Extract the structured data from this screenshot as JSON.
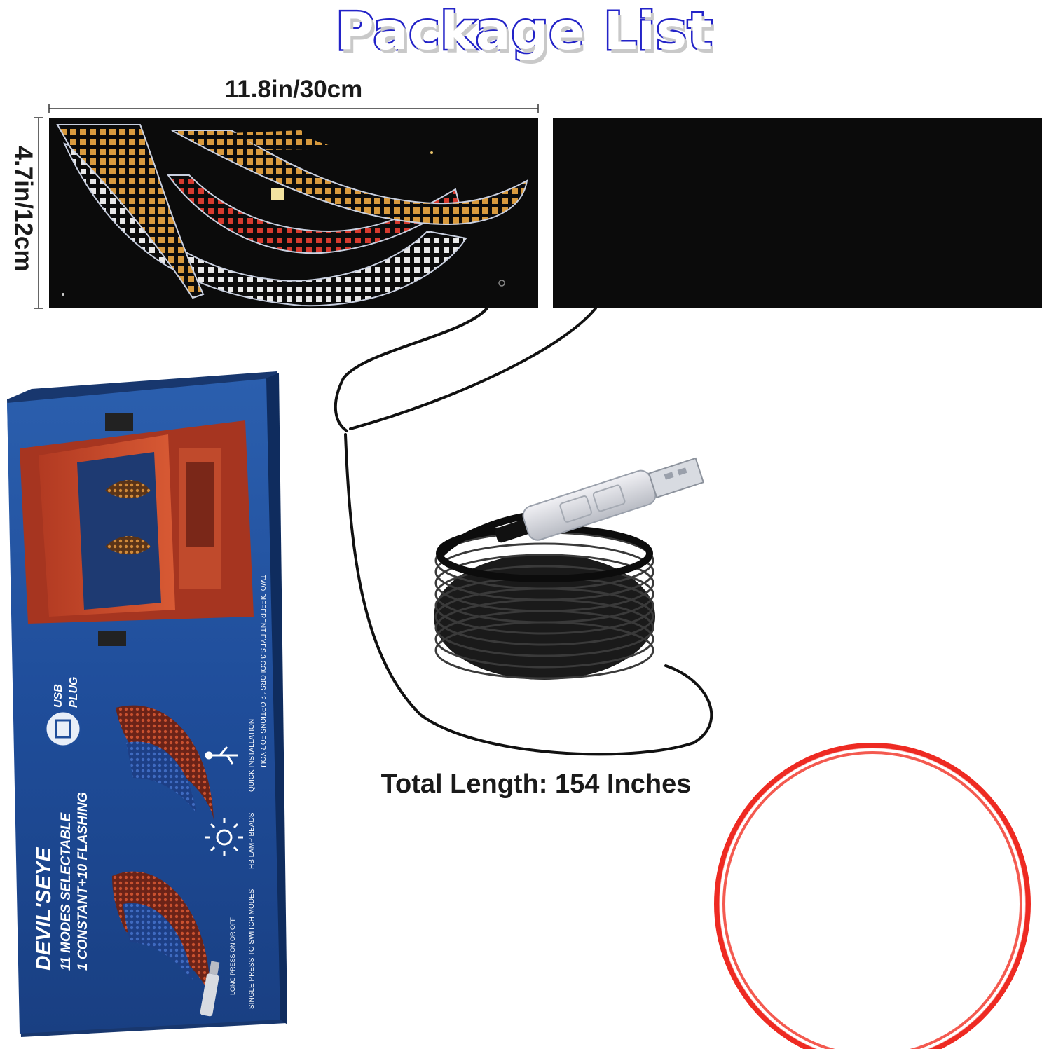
{
  "title": "Package List",
  "dimensions": {
    "width_label": "11.8in/30cm",
    "height_label": "4.7in/12cm"
  },
  "cable": {
    "total_length_label": "Total Length: 154 Inches"
  },
  "box": {
    "brand": "DEVIL'SEYE",
    "line1": "11 MODES SELECTABLE",
    "line2": "1 CONSTANT+10 FLASHING",
    "usb_plug_line1": "USB",
    "usb_plug_line2": "PLUG",
    "feature_install": "QUICK INSTALLATION",
    "feature_beads": "HB LAMP BEADS",
    "feature_switch": "SINGLE PRESS TO SWITCH MODES",
    "feature_long_press": "LONG PRESS ON OR OFF",
    "side_text": "TWO DIFFERENT EYES 3 COLORS 12 OPTIONS FOR YOU"
  },
  "colors": {
    "title_outline": "#2323c8",
    "panel": "#0b0b0b",
    "led_amber": "#d89a3e",
    "led_red": "#d63a2e",
    "led_white": "#e8e8e8",
    "box_blue": "#1f4d9a",
    "tape_red": "#ee2a22"
  },
  "icons": [
    "usb-icon",
    "sun-icon",
    "usb-plug-icon",
    "usb-dongle-icon",
    "tape-roll-icon",
    "cable-coil-icon"
  ]
}
